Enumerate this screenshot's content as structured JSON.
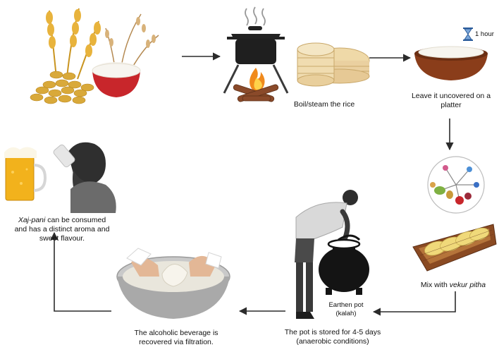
{
  "steps": {
    "boil": "Boil/steam the rice",
    "uncovered": "Leave it uncovered on a platter",
    "mix_prefix": "Mix with",
    "mix_italic": "vekur pitha",
    "pot_stored": "The pot is stored for 4-5 days (anaerobic conditions)",
    "filtration": "The alcoholic beverage is recovered via filtration.",
    "consumed_italic": "Xaj-pani",
    "consumed_rest": "can be consumed and has a distinct aroma and sweet flavour."
  },
  "annotations": {
    "timer": "1 hour",
    "pot_label": "Earthen pot (kalah)"
  },
  "icons": [
    "grain-rice-icon",
    "cooking-pot-fire-icon",
    "steamer-basket-icon",
    "hourglass-icon",
    "rice-bowl-icon",
    "microbes-icon",
    "pitha-basket-icon",
    "person-earthen-pot-icon",
    "filtration-bowl-icon",
    "beer-mug-icon",
    "drinking-man-icon"
  ],
  "colors": {
    "arrow": "#2b2b2b",
    "wheat": "#e8b33c",
    "bowl_red": "#c8262b",
    "fire": "#f08a1c",
    "earth": "#8a4a2a"
  }
}
